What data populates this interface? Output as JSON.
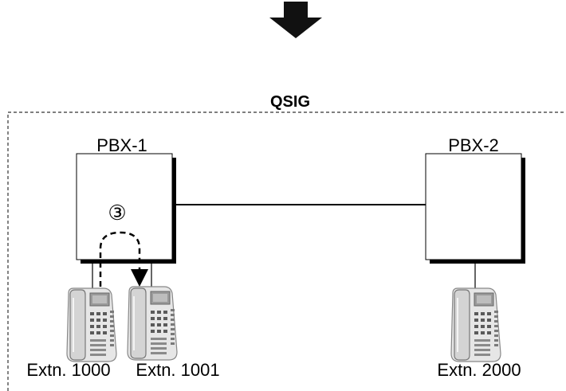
{
  "diagram": {
    "network_label": "QSIG",
    "pbx1": {
      "label": "PBX-1"
    },
    "pbx2": {
      "label": "PBX-2"
    },
    "step_marker": "③",
    "extensions": [
      {
        "label": "Extn. 1000"
      },
      {
        "label": "Extn. 1001"
      },
      {
        "label": "Extn. 2000"
      }
    ]
  },
  "icons": {
    "top_arrow": "arrow-down-icon",
    "phone": "telephone-icon"
  }
}
